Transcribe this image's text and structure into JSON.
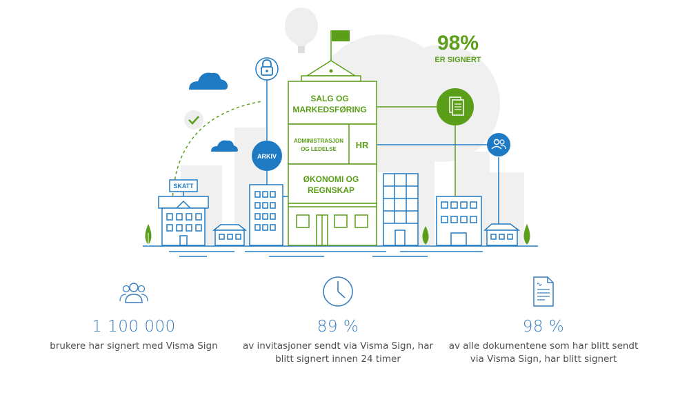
{
  "illustration": {
    "badge_percent": "98%",
    "badge_caption": "ER SIGNERT",
    "tax_sign": "SKATT",
    "archive_label": "ARKIV",
    "floor_sales_line1": "SALG OG",
    "floor_sales_line2": "MARKEDSFØRING",
    "floor_admin_line1": "ADMINISTRASJON",
    "floor_admin_line2": "OG LEDELSE",
    "floor_hr": "HR",
    "floor_finance_line1": "ØKONOMI OG",
    "floor_finance_line2": "REGNSKAP",
    "colors": {
      "blue": "#1f7ac4",
      "green": "#5a9e1a",
      "gray": "#eeeeee"
    }
  },
  "stats": [
    {
      "icon": "users-icon",
      "value": "1 100 000",
      "line1": "brukere har signert med Visma Sign",
      "line2": ""
    },
    {
      "icon": "clock-icon",
      "value": "89 %",
      "line1": "av invitasjoner sendt via Visma Sign, har",
      "line2": "blitt signert innen 24 timer"
    },
    {
      "icon": "document-icon",
      "value": "98 %",
      "line1": "av alle dokumentene som har blitt sendt",
      "line2": "via Visma Sign, har blitt signert"
    }
  ]
}
